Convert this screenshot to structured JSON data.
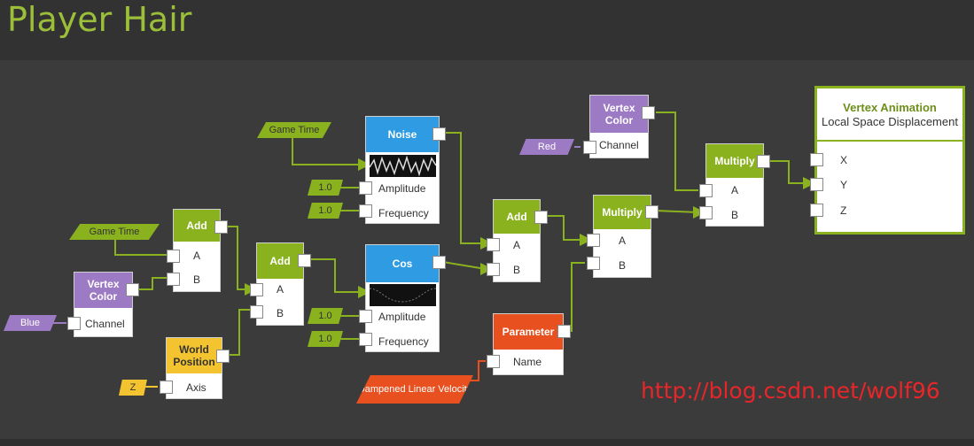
{
  "title": "Player Hair",
  "watermark": "http://blog.csdn.net/wolf96",
  "colors": {
    "green": "#8ab11e",
    "purple": "#9d7bc4",
    "blue": "#2f9be2",
    "yellow": "#f4c430",
    "orange": "#e8501f"
  },
  "inputs": {
    "game_time_1": "Game Time",
    "game_time_2": "Game Time",
    "blue": "Blue",
    "red": "Red",
    "z": "Z",
    "noise_amp": "1.0",
    "noise_freq": "1.0",
    "cos_amp": "1.0",
    "cos_freq": "1.0",
    "dampened": "Dampened Linear Velocity"
  },
  "nodes": {
    "vertex_color_1": {
      "title": "Vertex Color",
      "port": "Channel"
    },
    "vertex_color_2": {
      "title": "Vertex Color",
      "port": "Channel"
    },
    "add_1": {
      "title": "Add",
      "a": "A",
      "b": "B"
    },
    "add_2": {
      "title": "Add",
      "a": "A",
      "b": "B"
    },
    "add_3": {
      "title": "Add",
      "a": "A",
      "b": "B"
    },
    "world_position": {
      "title": "World Position",
      "port": "Axis"
    },
    "noise": {
      "title": "Noise",
      "amp": "Amplitude",
      "freq": "Frequency"
    },
    "cos": {
      "title": "Cos",
      "amp": "Amplitude",
      "freq": "Frequency"
    },
    "multiply_1": {
      "title": "Multiply",
      "a": "A",
      "b": "B"
    },
    "multiply_2": {
      "title": "Multiply",
      "a": "A",
      "b": "B"
    },
    "parameter": {
      "title": "Parameter",
      "port": "Name"
    },
    "output": {
      "title": "Vertex Animation",
      "subtitle": "Local Space Displacement",
      "x": "X",
      "y": "Y",
      "z": "Z"
    }
  }
}
